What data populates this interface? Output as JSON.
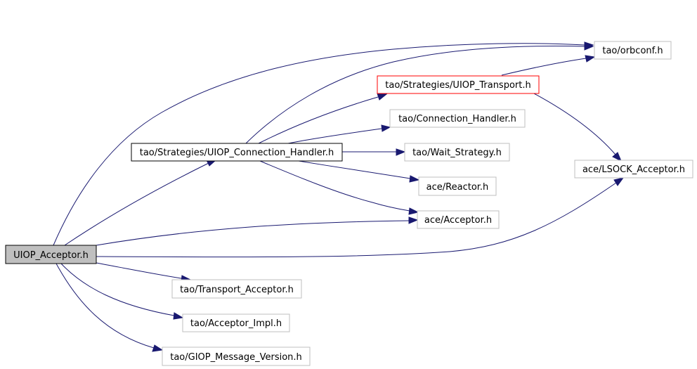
{
  "diagram": {
    "nodes": {
      "uiop_acceptor": {
        "label": "UIOP_Acceptor.h",
        "fill": "#bfbfbf",
        "border": "#000000"
      },
      "uiop_connection_handler": {
        "label": "tao/Strategies/UIOP_Connection_Handler.h",
        "fill": "#ffffff",
        "border": "#000000"
      },
      "uiop_transport": {
        "label": "tao/Strategies/UIOP_Transport.h",
        "fill": "#ffffff",
        "border": "#ff0000"
      },
      "orbconf": {
        "label": "tao/orbconf.h",
        "fill": "#ffffff",
        "border": "#bfbfbf"
      },
      "connection_handler": {
        "label": "tao/Connection_Handler.h",
        "fill": "#ffffff",
        "border": "#bfbfbf"
      },
      "wait_strategy": {
        "label": "tao/Wait_Strategy.h",
        "fill": "#ffffff",
        "border": "#bfbfbf"
      },
      "lsock_acceptor": {
        "label": "ace/LSOCK_Acceptor.h",
        "fill": "#ffffff",
        "border": "#bfbfbf"
      },
      "reactor": {
        "label": "ace/Reactor.h",
        "fill": "#ffffff",
        "border": "#bfbfbf"
      },
      "ace_acceptor": {
        "label": "ace/Acceptor.h",
        "fill": "#ffffff",
        "border": "#bfbfbf"
      },
      "transport_acceptor": {
        "label": "tao/Transport_Acceptor.h",
        "fill": "#ffffff",
        "border": "#bfbfbf"
      },
      "acceptor_impl": {
        "label": "tao/Acceptor_Impl.h",
        "fill": "#ffffff",
        "border": "#bfbfbf"
      },
      "giop_message_version": {
        "label": "tao/GIOP_Message_Version.h",
        "fill": "#ffffff",
        "border": "#bfbfbf"
      }
    },
    "edge_color": "#191970"
  }
}
